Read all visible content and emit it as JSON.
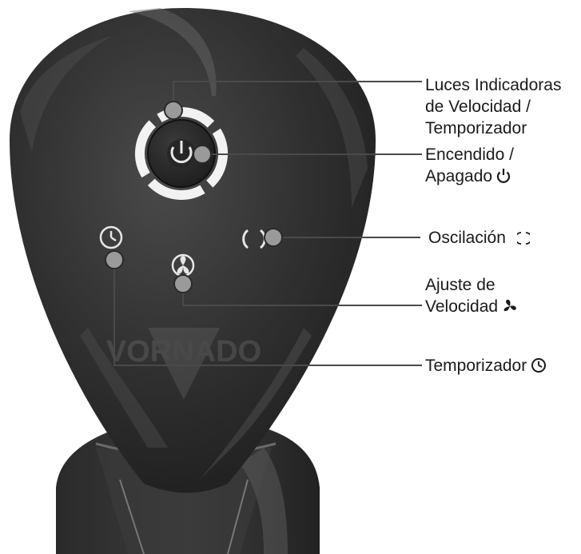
{
  "brand_logo": "VORNADO",
  "callouts": {
    "indicator_lights": {
      "line1": "Luces Indicadoras",
      "line2": "de Velocidad /",
      "line3": "Temporizador"
    },
    "power": {
      "line1": "Encendido /",
      "line2": "Apagado",
      "icon": "power-icon"
    },
    "oscillation": {
      "text": "Oscilación",
      "icon": "oscillation-icon"
    },
    "speed": {
      "line1": "Ajuste de",
      "line2": "Velocidad",
      "icon": "fan-icon"
    },
    "timer": {
      "text": "Temporizador",
      "icon": "clock-icon"
    }
  },
  "colors": {
    "body_dark": "#2b2b2b",
    "body_highlight": "#5a5a5a",
    "leader_line": "#4a4a4a",
    "marker_fill": "#9a9a9a",
    "ring_white": "#f2f2f2"
  }
}
